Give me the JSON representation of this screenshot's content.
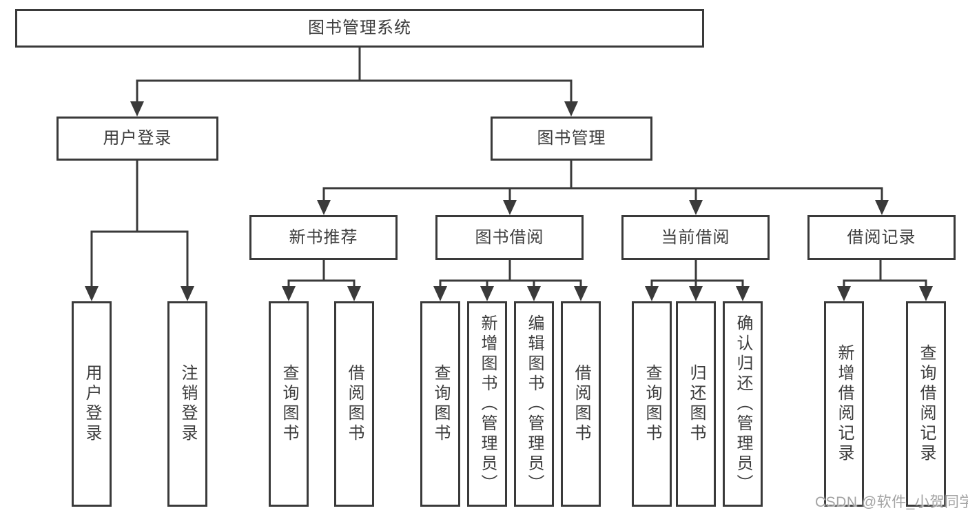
{
  "diagram": {
    "type": "hierarchy",
    "title": "图书管理系统",
    "root": {
      "id": "root",
      "label": "图书管理系统"
    },
    "level2": [
      {
        "id": "user-login",
        "label": "用户登录",
        "parent": "root"
      },
      {
        "id": "book-management",
        "label": "图书管理",
        "parent": "root"
      }
    ],
    "level3": [
      {
        "id": "new-book-recommend",
        "label": "新书推荐",
        "parent": "book-management"
      },
      {
        "id": "book-borrow",
        "label": "图书借阅",
        "parent": "book-management"
      },
      {
        "id": "current-borrow",
        "label": "当前借阅",
        "parent": "book-management"
      },
      {
        "id": "borrow-records",
        "label": "借阅记录",
        "parent": "book-management"
      }
    ],
    "leaves": [
      {
        "id": "leaf-user-login",
        "label": "用户登录",
        "parent": "user-login"
      },
      {
        "id": "leaf-logout",
        "label": "注销登录",
        "parent": "user-login"
      },
      {
        "id": "leaf-query-book-recommend",
        "label": "查询图书",
        "parent": "new-book-recommend"
      },
      {
        "id": "leaf-borrow-book-recommend",
        "label": "借阅图书",
        "parent": "new-book-recommend"
      },
      {
        "id": "leaf-query-book-borrow",
        "label": "查询图书",
        "parent": "book-borrow"
      },
      {
        "id": "leaf-add-book-admin",
        "label": "新增图书（管理员）",
        "parent": "book-borrow"
      },
      {
        "id": "leaf-edit-book-admin",
        "label": "编辑图书（管理员）",
        "parent": "book-borrow"
      },
      {
        "id": "leaf-borrow-book",
        "label": "借阅图书",
        "parent": "book-borrow"
      },
      {
        "id": "leaf-query-book-current",
        "label": "查询图书",
        "parent": "current-borrow"
      },
      {
        "id": "leaf-return-book",
        "label": "归还图书",
        "parent": "current-borrow"
      },
      {
        "id": "leaf-confirm-return-admin",
        "label": "确认归还（管理员）",
        "parent": "current-borrow"
      },
      {
        "id": "leaf-add-borrow-record",
        "label": "新增借阅记录",
        "parent": "borrow-records"
      },
      {
        "id": "leaf-query-borrow-record",
        "label": "查询借阅记录",
        "parent": "borrow-records"
      }
    ],
    "watermark": "CSDN @软件_小贺同学",
    "colors": {
      "line": "#3a3a3a",
      "box_border": "#3a3a3a",
      "text": "#3d3d3d",
      "watermark": "#a3a3a3",
      "background": "#ffffff"
    }
  }
}
